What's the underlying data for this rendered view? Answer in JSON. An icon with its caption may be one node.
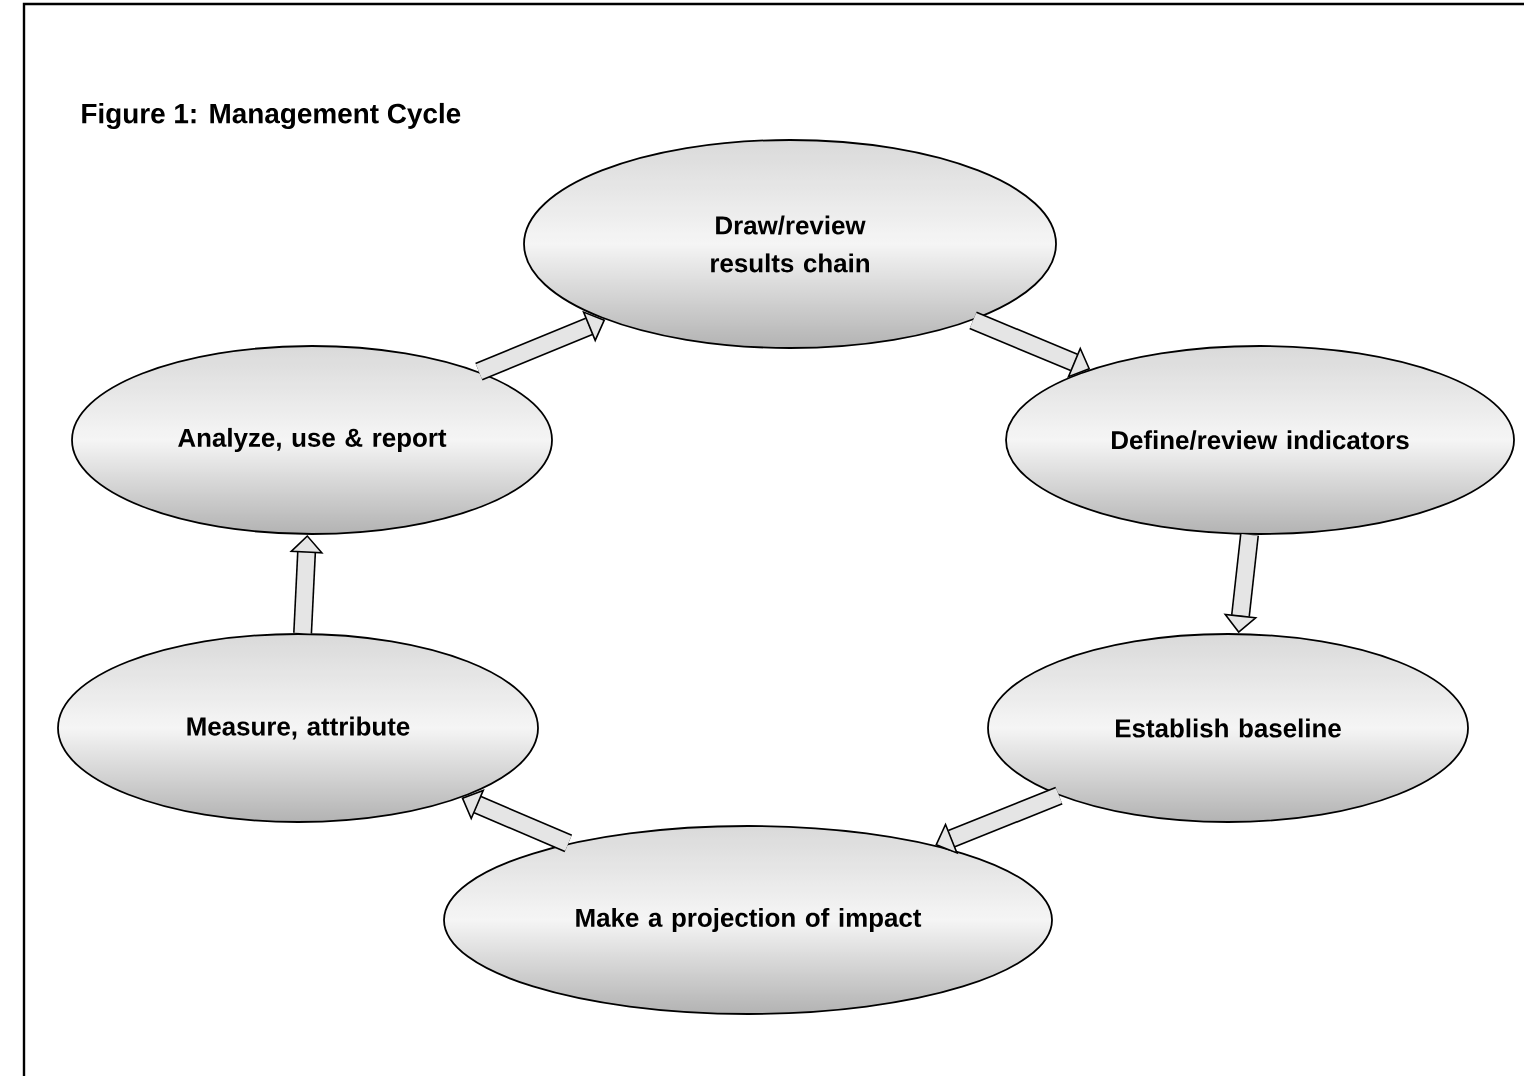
{
  "diagram": {
    "title": "Figure 1: Management Cycle",
    "nodes": [
      {
        "text": [
          "Draw/review results chain"
        ]
      },
      {
        "text": [
          "Define/review indicators"
        ]
      },
      {
        "text": [
          "Establish baseline"
        ]
      },
      {
        "text": [
          "Make a projection of impact"
        ]
      },
      {
        "text": [
          "Measure, attribute"
        ]
      },
      {
        "text": [
          "Analyze, use & report"
        ]
      }
    ],
    "edges": [
      {
        "from": 0,
        "to": 1,
        "arrow": "to"
      },
      {
        "from": 1,
        "to": 2,
        "arrow": "to"
      },
      {
        "from": 2,
        "to": 3,
        "arrow": "to"
      },
      {
        "from": 3,
        "to": 4,
        "arrow": "to"
      },
      {
        "from": 4,
        "to": 5,
        "arrow": "to"
      },
      {
        "from": 5,
        "to": 0,
        "arrow": "to"
      }
    ]
  }
}
